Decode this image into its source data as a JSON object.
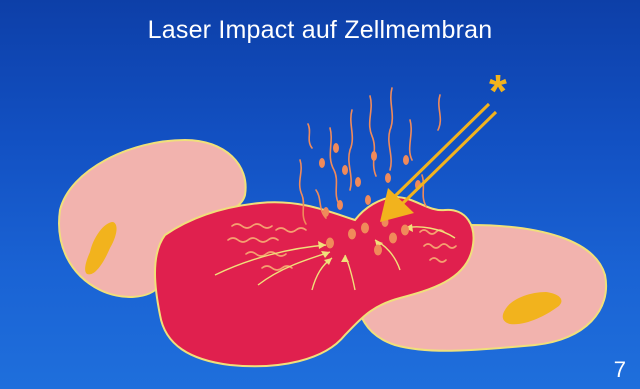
{
  "slide": {
    "title": "Laser Impact auf Zellmembran",
    "marker_symbol": "*",
    "page_number": "7"
  },
  "colors": {
    "background_top": "#0d3fa8",
    "background_bottom": "#1f6fdc",
    "neighbor_cell": "#f2b3ae",
    "target_cell": "#e0204e",
    "nucleus": "#f2b31d",
    "membrane_outline": "#f0e07a",
    "laser_arrow": "#f2b31d",
    "debris": "#f08a5a",
    "title_text": "#ffffff"
  },
  "icons": {
    "laser_marker": "asterisk",
    "laser_beam": "double-line-arrow"
  }
}
